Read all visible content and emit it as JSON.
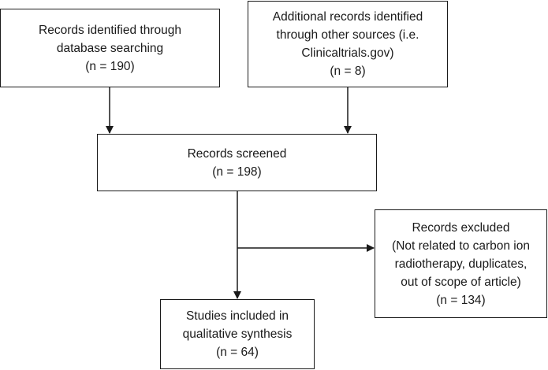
{
  "flowchart": {
    "database_records": {
      "lines": [
        "Records identified through",
        "database searching",
        "(n = 190)"
      ]
    },
    "other_sources_records": {
      "lines": [
        "Additional records identified",
        "through other sources (i.e.",
        "Clinicaltrials.gov)",
        "(n = 8)"
      ]
    },
    "records_screened": {
      "lines": [
        "Records screened",
        "(n = 198)"
      ]
    },
    "records_excluded": {
      "lines": [
        "Records excluded",
        "(Not related to carbon ion",
        "radiotherapy, duplicates,",
        "out of scope of article)",
        "(n = 134)"
      ]
    },
    "studies_included": {
      "lines": [
        "Studies included in",
        "qualitative synthesis",
        "(n = 64)"
      ]
    }
  }
}
